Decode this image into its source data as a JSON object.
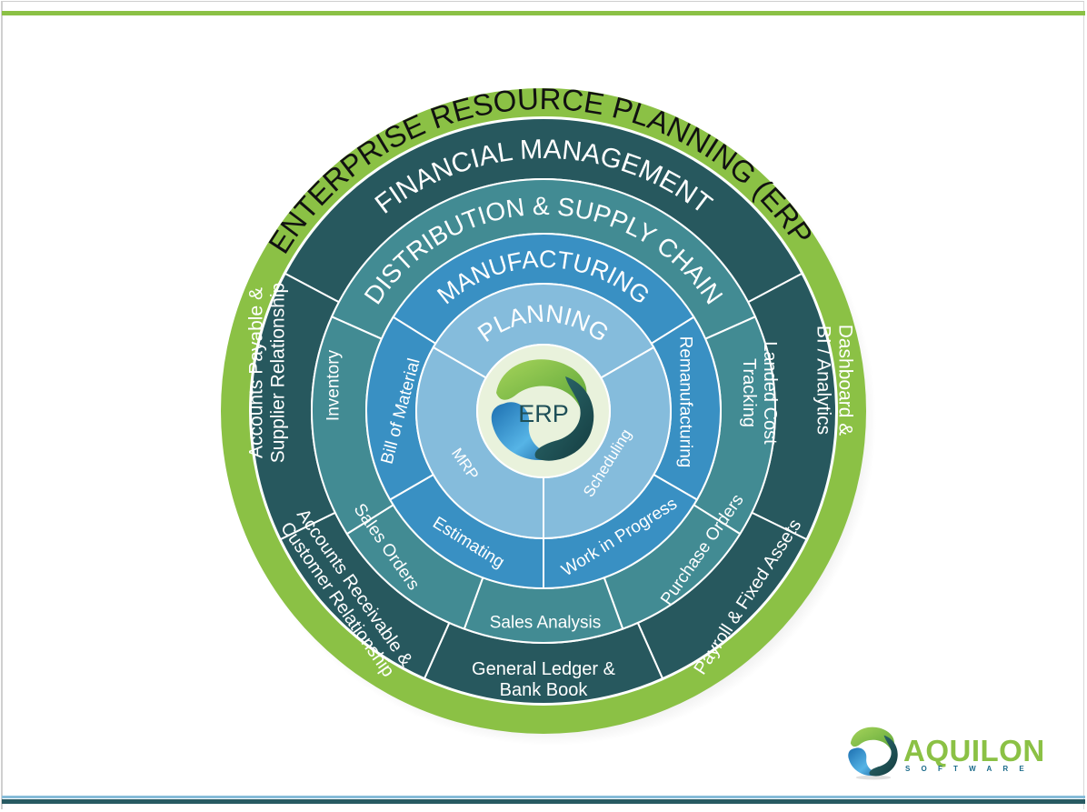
{
  "diagram": {
    "outer_ring_title": "ENTERPRISE RESOURCE PLANNING (ERP)",
    "core_label": "ERP",
    "colors": {
      "outer_ring": "#8bc145",
      "financial": "#27585e",
      "distribution": "#428b93",
      "manufacturing": "#3990c3",
      "planning": "#85bcdc",
      "core_bg": "#e9f2dc",
      "divider": "#ffffff"
    },
    "rings": [
      {
        "id": "financial",
        "title": "FINANCIAL  MANAGEMENT",
        "modules": [
          "Dashboard & BI / Analytics",
          "Payroll & Fixed Assets",
          "General Ledger & Bank Book",
          "Accounts Receivable & Customer Relationship",
          "Accounts Payable & Supplier Relationship"
        ]
      },
      {
        "id": "distribution",
        "title": "DISTRIBUTION & SUPPLY CHAIN",
        "modules": [
          "Landed Cost Tracking",
          "Purchase Orders",
          "Sales Analysis",
          "Sales Orders",
          "Inventory"
        ]
      },
      {
        "id": "manufacturing",
        "title": "MANUFACTURING",
        "modules": [
          "Remanufacturing",
          "Work in Progress",
          "Estimating",
          "Bill of Material"
        ]
      },
      {
        "id": "planning",
        "title": "PLANNING",
        "modules": [
          "Scheduling",
          "MRP"
        ]
      }
    ]
  },
  "brand": {
    "name": "AQUILON",
    "tagline": "SOFTWARE"
  }
}
